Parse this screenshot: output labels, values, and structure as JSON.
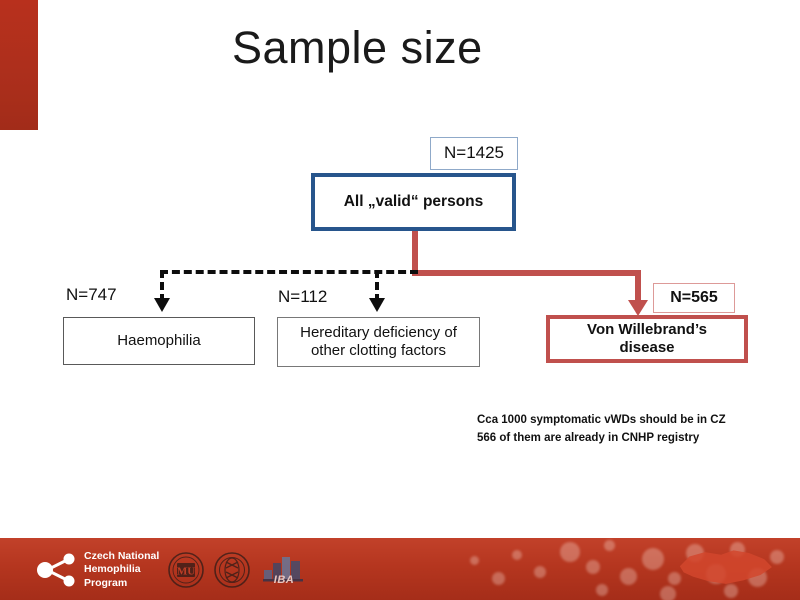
{
  "slide": {
    "title": "Sample size"
  },
  "flow": {
    "root": {
      "label": "All „valid“ persons",
      "badge": "N=1425",
      "border_color": "#27558c"
    },
    "branches": [
      {
        "id": "haemophilia",
        "label": "Haemophilia",
        "count_label": "N=747",
        "border_color": "#595959",
        "connector": "dashed-black"
      },
      {
        "id": "hereditary-deficiency",
        "label": "Hereditary deficiency of other clotting factors",
        "line1": "Hereditary deficiency of",
        "line2": "other clotting factors",
        "count_label": "N=112",
        "border_color": "#787878",
        "connector": "dashed-black"
      },
      {
        "id": "von-willebrand",
        "label": "Von Willebrand’s disease",
        "line1": "Von Willebrand’s",
        "line2": "disease",
        "count_label": "N=565",
        "border_color": "#c0504d",
        "connector": "solid-red"
      }
    ]
  },
  "footnote": {
    "line1": "Cca 1000 symptomatic vWDs should be in CZ",
    "line2": "566 of them are already  in CNHP registry"
  },
  "footer": {
    "program_line1": "Czech National",
    "program_line2": "Hemophilia",
    "program_line3": "Program",
    "logos": [
      {
        "name": "masaryk-university-seal-icon",
        "text": "MU"
      },
      {
        "name": "faculty-hospital-seal-icon",
        "text": ""
      },
      {
        "name": "iba-logo-icon",
        "text": "IBA"
      }
    ],
    "band_color": "#b5361f",
    "map_label": "czech-republic-map-icon"
  },
  "colors": {
    "accent_red": "#b8301d",
    "connector_red": "#c0504d",
    "root_blue": "#27558c"
  }
}
